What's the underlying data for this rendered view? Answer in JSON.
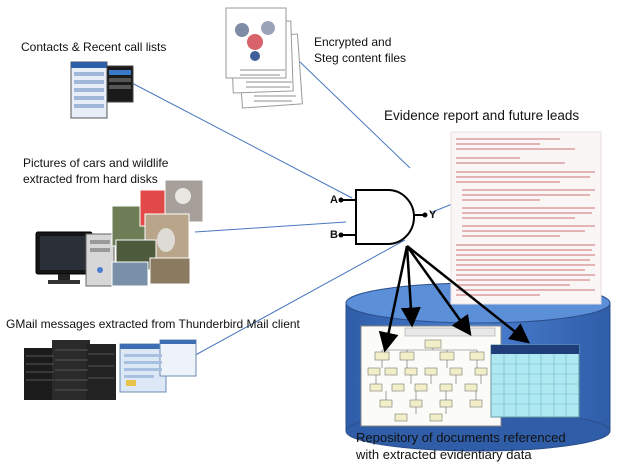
{
  "labels": {
    "contacts": "Contacts & Recent call lists",
    "encrypted_line1": "Encrypted and",
    "encrypted_line2": "Steg content files",
    "evidence": "Evidence report and future leads",
    "pictures_line1": "Pictures of cars and wildlife",
    "pictures_line2": "extracted from hard disks",
    "gmail": "GMail messages extracted from Thunderbird Mail client",
    "repository_line1": "Repository of documents referenced",
    "repository_line2": "with extracted evidentiary data"
  },
  "gate": {
    "input_a": "A",
    "input_b": "B",
    "output_y": "Y"
  },
  "colors": {
    "connector": "#4a78c0",
    "cylinder_body": "#3e6fc4",
    "cylinder_top": "#5b8fd8",
    "cylinder_edge": "#2c4f8c",
    "report_text": "#c96b6b"
  },
  "icons": [
    "phone-screenshots-icon",
    "document-stack-icon",
    "computer-tower-icon",
    "photo-collage-icon",
    "server-rack-icon",
    "mail-client-icon",
    "and-gate-icon",
    "database-cylinder-icon",
    "org-chart-icon",
    "calendar-icon"
  ]
}
